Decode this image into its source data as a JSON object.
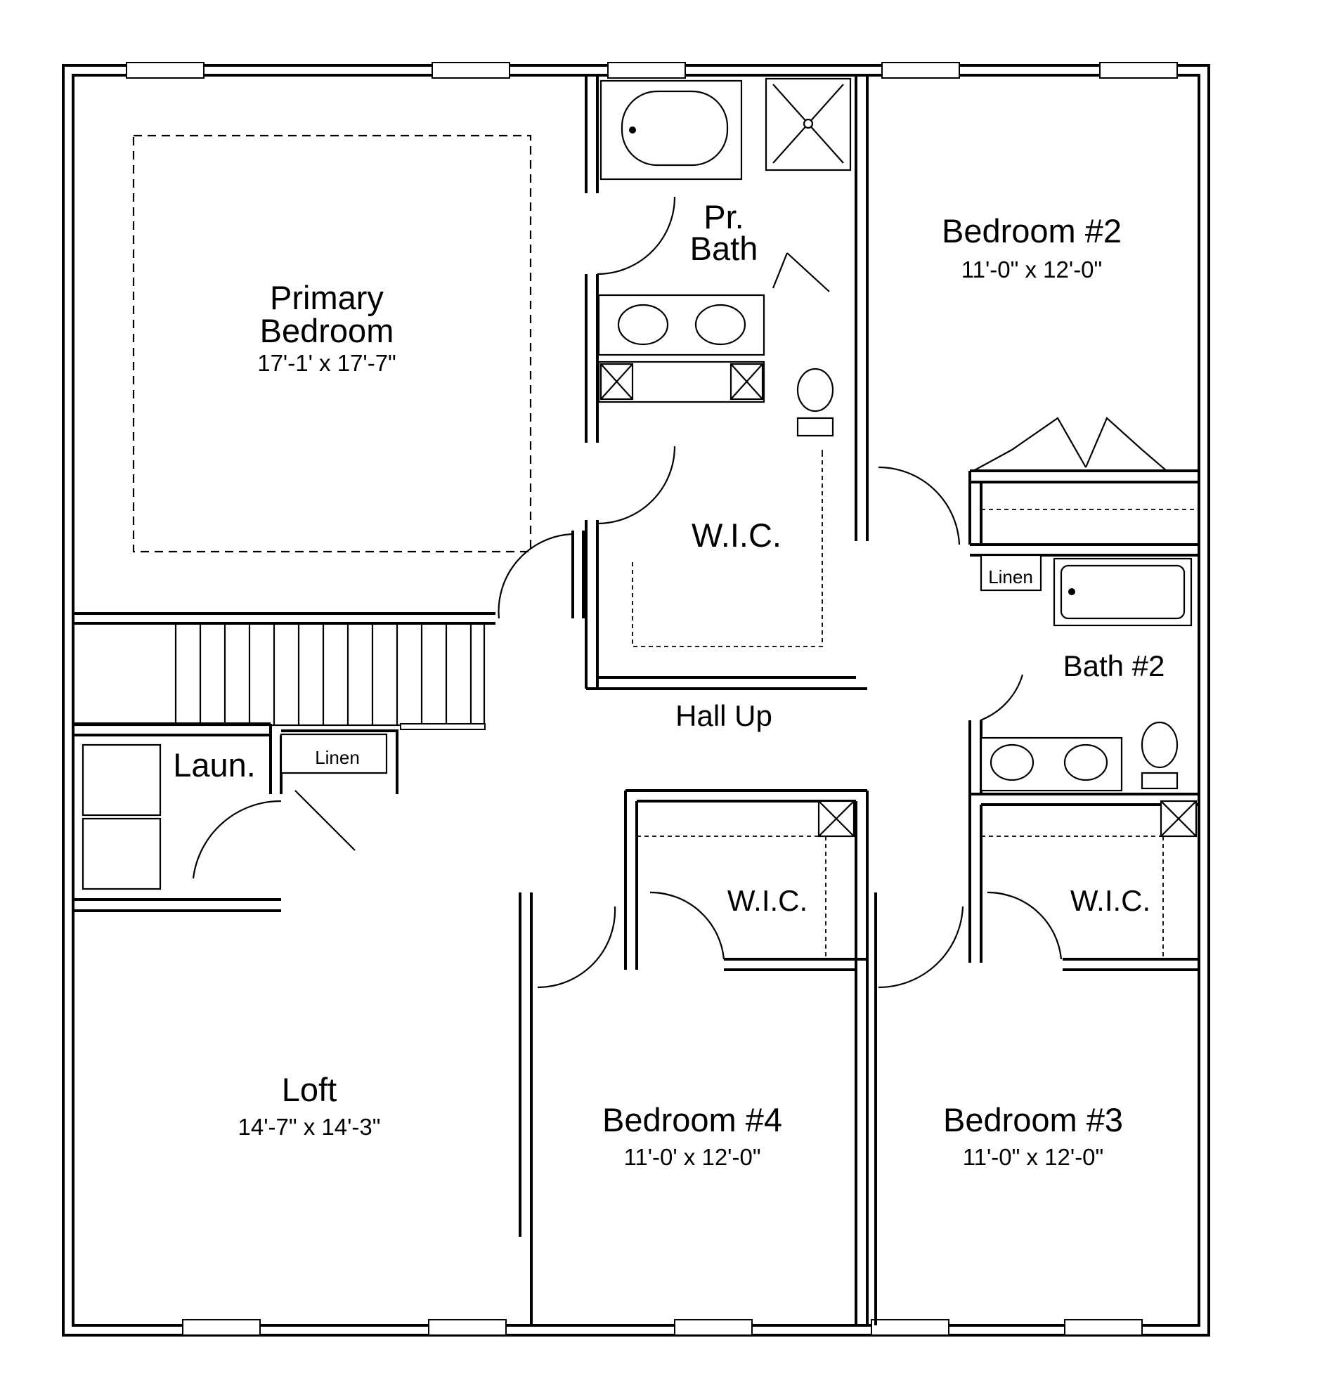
{
  "rooms": {
    "primary_bedroom": {
      "name_line1": "Primary",
      "name_line2": "Bedroom",
      "size": "17'-1' x 17'-7\""
    },
    "primary_bath": {
      "name_line1": "Pr.",
      "name_line2": "Bath"
    },
    "bedroom_2": {
      "name": "Bedroom #2",
      "size": "11'-0\" x 12'-0\""
    },
    "wic_primary": {
      "name": "W.I.C."
    },
    "linen_upper": {
      "name": "Linen"
    },
    "bath_2": {
      "name": "Bath #2"
    },
    "hall": {
      "name": "Hall Up"
    },
    "laundry": {
      "name": "Laun."
    },
    "linen_lower": {
      "name": "Linen"
    },
    "wic_bedroom_4": {
      "name": "W.I.C."
    },
    "wic_bedroom_3": {
      "name": "W.I.C."
    },
    "loft": {
      "name": "Loft",
      "size": "14'-7\" x 14'-3\""
    },
    "bedroom_4": {
      "name": "Bedroom #4",
      "size": "11'-0' x 12'-0\""
    },
    "bedroom_3": {
      "name": "Bedroom #3",
      "size": "11'-0\" x 12'-0\""
    }
  },
  "colors": {
    "line": "#000000",
    "background": "#ffffff"
  }
}
